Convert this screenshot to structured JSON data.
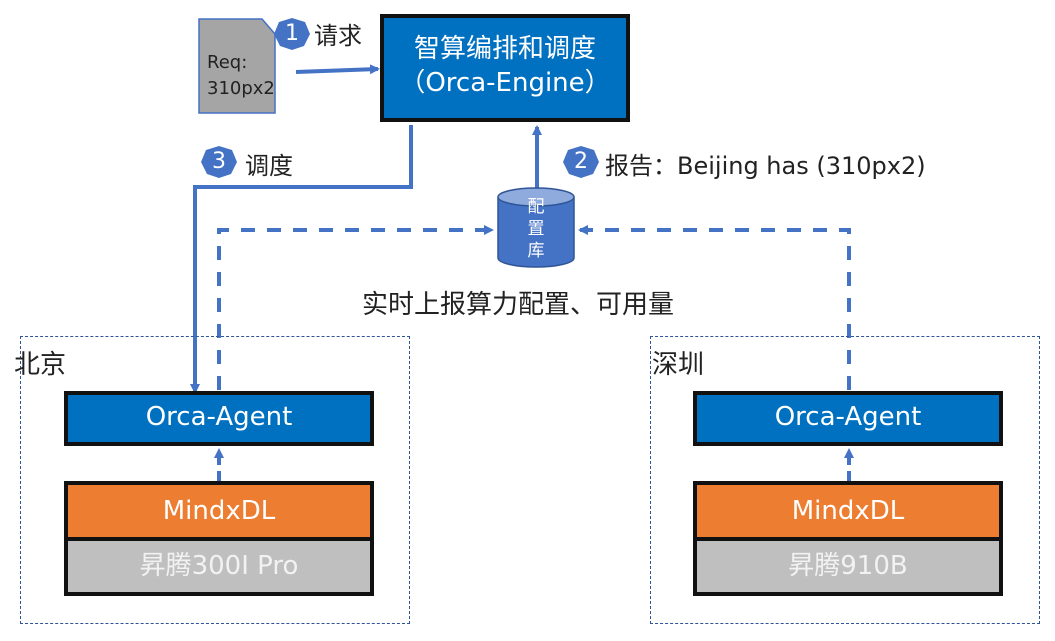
{
  "request": {
    "line1": "Req:",
    "line2": "310px2"
  },
  "engine": {
    "title": "智算编排和调度",
    "subtitle": "（Orca-Engine）"
  },
  "steps": [
    {
      "num": "1",
      "label": "请求"
    },
    {
      "num": "2",
      "label": "报告：Beijing has (310px2)"
    },
    {
      "num": "3",
      "label": "调度"
    }
  ],
  "database": {
    "chars": [
      "配",
      "置",
      "库"
    ]
  },
  "report_label": "实时上报算力配置、可用量",
  "regions": [
    {
      "name": "北京",
      "agent": "Orca-Agent",
      "middleware": "MindxDL",
      "hardware": "昇腾300I Pro"
    },
    {
      "name": "深圳",
      "agent": "Orca-Agent",
      "middleware": "MindxDL",
      "hardware": "昇腾910B"
    }
  ],
  "colors": {
    "blue": "#0070c0",
    "arrow": "#4472c4",
    "orange": "#ed7d31",
    "gray": "#bfbfbf",
    "dash": "#2f5597"
  }
}
